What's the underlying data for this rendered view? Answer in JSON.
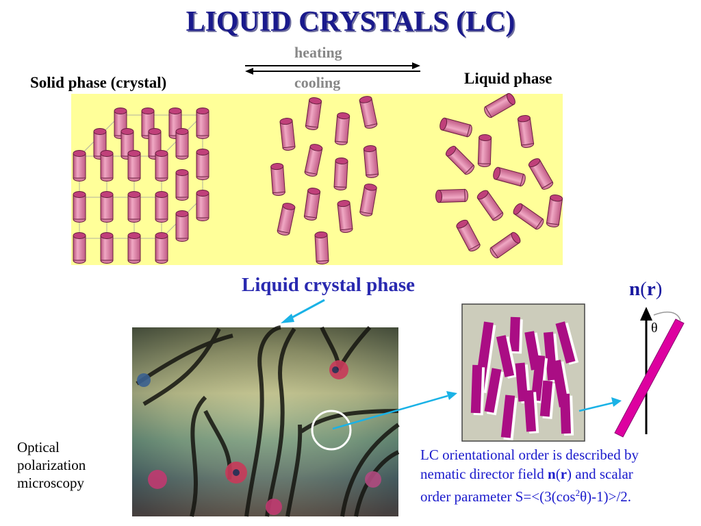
{
  "title": "LIQUID CRYSTALS (LC)",
  "phases": {
    "solid": "Solid phase (crystal)",
    "liquid": "Liquid phase",
    "liquid_crystal": "Liquid crystal phase"
  },
  "transition": {
    "heating": "heating",
    "cooling": "cooling"
  },
  "director_label": {
    "bold_n": "n",
    "open": "(",
    "bold_r": "r",
    "close": ")",
    "theta": "θ"
  },
  "microscopy_caption": [
    "Optical",
    "polarization",
    "microscopy"
  ],
  "description": {
    "line1": "LC orientational order is described by",
    "line2_pre": "nematic director field ",
    "line2_n": "n",
    "line2_open": "(",
    "line2_r": "r",
    "line2_close": ")",
    "line2_post": " and scalar",
    "line3_pre": "order parameter S=<(3(cos",
    "line3_sup": "2",
    "line3_post": "θ)-1)>/2."
  },
  "colors": {
    "title": "#1a1a8c",
    "panel_bg": "#ffff99",
    "rod": "#d9739b",
    "rod_top": "#c0407a",
    "nematic_rod": "#aa0d84",
    "nematic_panel": "#ccccbb",
    "arrow_cyan": "#1ab2e6",
    "description": "#1a1acc"
  }
}
